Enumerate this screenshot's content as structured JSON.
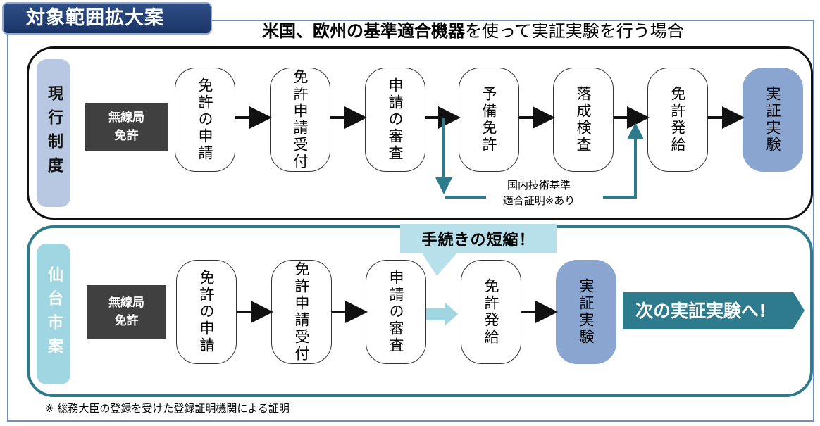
{
  "title": "対象範囲拡大案",
  "headline": {
    "bold": "米国、欧州の基準適合機器",
    "normal": "を使って実証実験を行う場合"
  },
  "current": {
    "label": "現行制度",
    "license_box": "無線局\n免許",
    "steps": [
      "免許の申請",
      "免許申請受付",
      "申請の審査",
      "予備免許",
      "落成検査",
      "免許発給"
    ],
    "goal": "実証実験",
    "bypass_note": "国内技術基準\n適合証明※あり"
  },
  "proposal": {
    "label": "仙台市案",
    "license_box": "無線局\n免許",
    "steps": [
      "免許の申請",
      "免許申請受付",
      "申請の審査",
      "免許発給"
    ],
    "goal": "実証実験",
    "callout": "手続きの短縮！",
    "banner": "次の実証実験へ!"
  },
  "footnote": "※ 総務大臣の登録を受けた登録証明機関による証明",
  "colors": {
    "title_bg": "#23407a",
    "teal": "#2e7b8e",
    "light_teal": "#9fd6e2",
    "goal_blue": "#8aa6d0",
    "dark_box": "#404040"
  }
}
